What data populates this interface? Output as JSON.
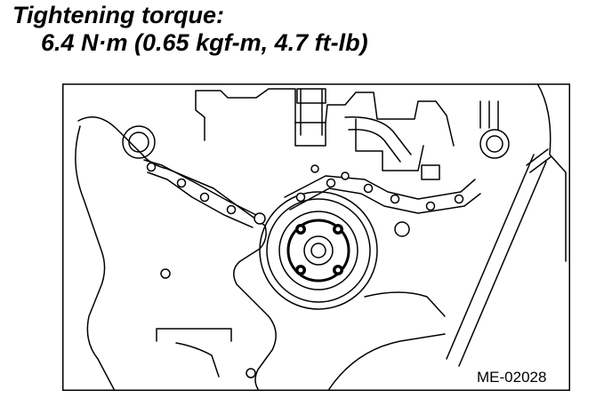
{
  "heading": {
    "label": "Tightening torque:",
    "value": "6.4 N·m (0.65 kgf-m, 4.7 ft-lb)"
  },
  "figure": {
    "reference_code": "ME-02028"
  },
  "colors": {
    "ink": "#000000",
    "paper": "#ffffff"
  }
}
